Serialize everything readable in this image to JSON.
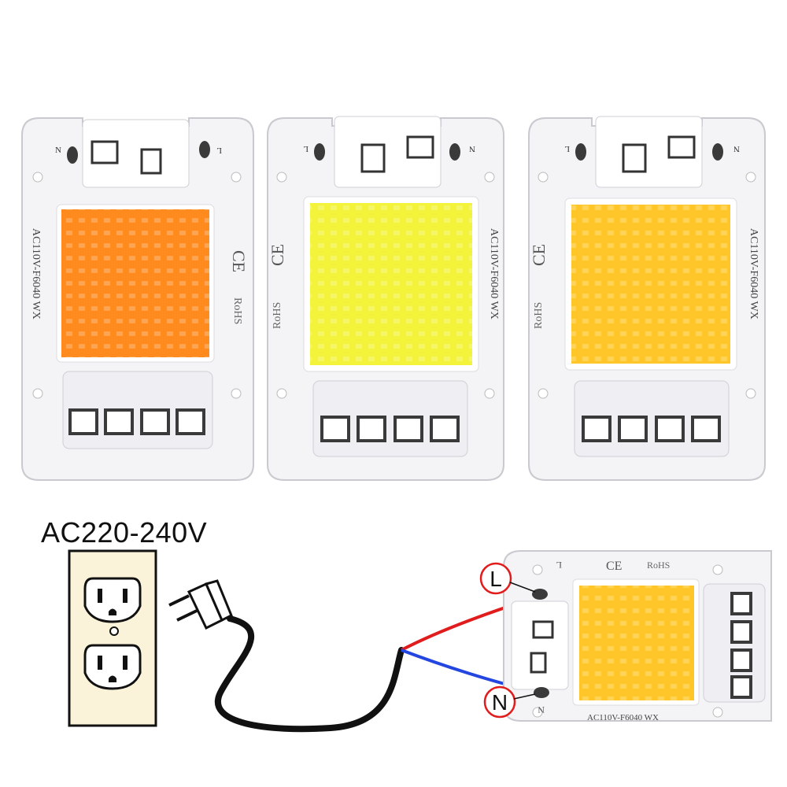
{
  "supply_label": "AC220-240V",
  "chip_model": "AC110V-F6040 WX",
  "marks": {
    "ce": "CE",
    "rohs": "RoHS",
    "live": "L",
    "neutral": "N"
  },
  "wiring_labels": {
    "live": "L",
    "neutral": "N"
  },
  "led_colors": {
    "red_chip": "#ff8a1e",
    "cool_white_chip": "#f2f33a",
    "warm_white_chip": "#ffc629"
  }
}
